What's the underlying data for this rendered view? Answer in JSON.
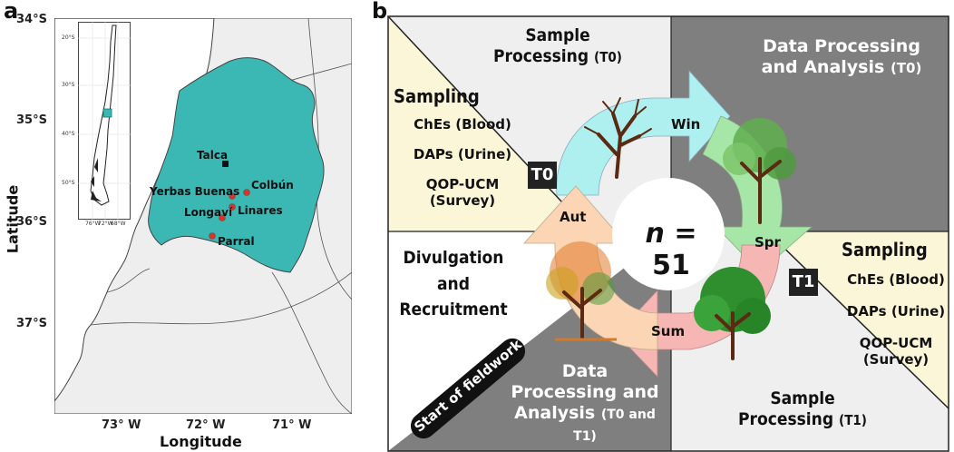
{
  "panel_a": {
    "letter": "a",
    "lat_ticks": [
      "34°S",
      "35°S",
      "36°S",
      "37°S"
    ],
    "lon_ticks": [
      "73° W",
      "72° W",
      "71° W"
    ],
    "xlabel": "Longitude",
    "ylabel": "Latitude",
    "inset_lat_ticks": [
      "20°S",
      "30°S",
      "40°S",
      "50°S"
    ],
    "inset_lon_ticks": [
      "76°W",
      "72°W",
      "68°W"
    ],
    "cities": [
      {
        "name": "Talca",
        "marker": "square"
      },
      {
        "name": "Colbún",
        "marker": "dot"
      },
      {
        "name": "Yerbas Buenas",
        "marker": "dot"
      },
      {
        "name": "Linares",
        "marker": "dot"
      },
      {
        "name": "Longaví",
        "marker": "dot"
      },
      {
        "name": "Parral",
        "marker": "dot"
      }
    ],
    "colors": {
      "region": "#3bb8b3",
      "land": "#eeeeee",
      "marker": "#d9342b"
    }
  },
  "panel_b": {
    "letter": "b",
    "quadrants": {
      "top_left": {
        "title_line1": "Sample",
        "title_line2": "Processing",
        "title_sub": "(T0)"
      },
      "top_right": {
        "title_line1": "Data Processing",
        "title_line2": "and Analysis",
        "title_sub": "(T0)"
      },
      "bottom_left": {
        "title_line1": "Divulgation",
        "title_line2": "and",
        "title_line3": "Recruitment"
      },
      "bottom_center": {
        "title_line1": "Data",
        "title_line2": "Processing and",
        "title_line3": "Analysis",
        "title_sub": "(T0 and T1)"
      },
      "bottom_right": {
        "title_line1": "Sample",
        "title_line2": "Processing",
        "title_sub": "(T1)"
      }
    },
    "sampling_left": {
      "title": "Sampling",
      "items": [
        "ChEs (Blood)",
        "DAPs (Urine)",
        "QOP-UCM",
        "(Survey)"
      ]
    },
    "sampling_right": {
      "title": "Sampling",
      "items": [
        "ChEs (Blood)",
        "DAPs (Urine)",
        "QOP-UCM",
        "(Survey)"
      ]
    },
    "seasons": [
      "Win",
      "Spr",
      "Sum",
      "Aut"
    ],
    "badges": [
      "T0",
      "T1"
    ],
    "center_n": "n",
    "center_value": "= 51",
    "start_label": "Start of fieldwork",
    "colors": {
      "win": "#aef0f0",
      "spr": "#a6e6a6",
      "sum": "#f6b7b4",
      "aut": "#fcd5b4",
      "dark": "#7f7f7f",
      "light": "#efefef",
      "cream": "#fbf6d7"
    }
  }
}
